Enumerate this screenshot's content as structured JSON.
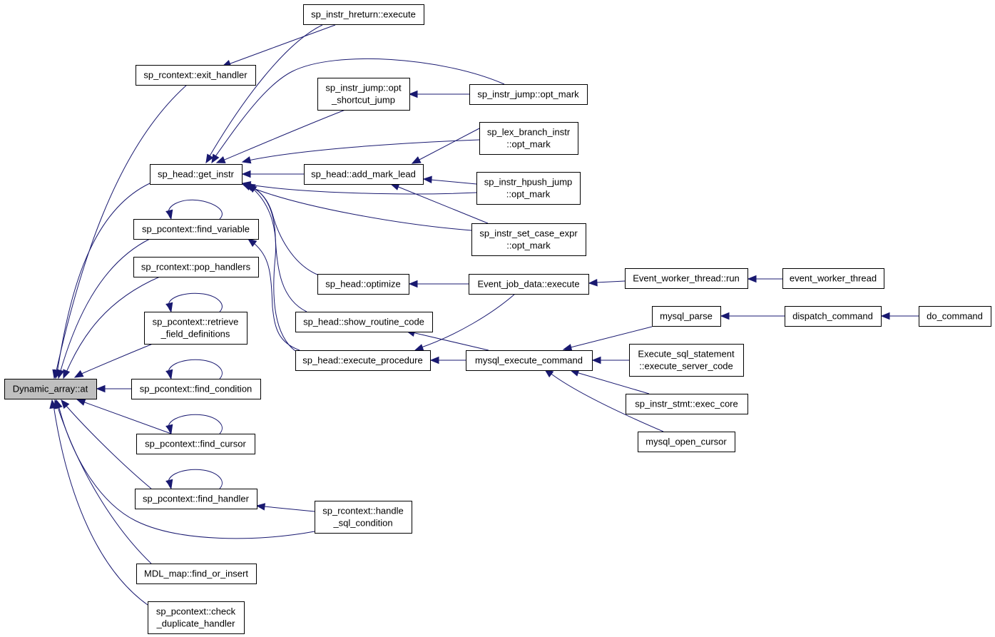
{
  "diagram": {
    "root": "Dynamic_array::at",
    "colors": {
      "edge": "#191970",
      "root_fill": "#bfbfbf",
      "node_fill": "#ffffff",
      "node_border": "#000000"
    },
    "nodes": {
      "dynamic_array_at": [
        "Dynamic_array::at"
      ],
      "sp_instr_hreturn_execute": [
        "sp_instr_hreturn::execute"
      ],
      "sp_rcontext_exit_handler": [
        "sp_rcontext::exit_handler"
      ],
      "sp_instr_jump_opt_shortcut_jump": [
        "sp_instr_jump::opt",
        "_shortcut_jump"
      ],
      "sp_instr_jump_opt_mark": [
        "sp_instr_jump::opt_mark"
      ],
      "sp_lex_branch_instr_opt_mark": [
        "sp_lex_branch_instr",
        "::opt_mark"
      ],
      "sp_head_get_instr": [
        "sp_head::get_instr"
      ],
      "sp_head_add_mark_lead": [
        "sp_head::add_mark_lead"
      ],
      "sp_instr_hpush_jump_opt_mark": [
        "sp_instr_hpush_jump",
        "::opt_mark"
      ],
      "sp_pcontext_find_variable": [
        "sp_pcontext::find_variable"
      ],
      "sp_instr_set_case_expr_opt_mark": [
        "sp_instr_set_case_expr",
        "::opt_mark"
      ],
      "sp_rcontext_pop_handlers": [
        "sp_rcontext::pop_handlers"
      ],
      "sp_head_optimize": [
        "sp_head::optimize"
      ],
      "event_job_data_execute": [
        "Event_job_data::execute"
      ],
      "event_worker_thread_run": [
        "Event_worker_thread::run"
      ],
      "event_worker_thread": [
        "event_worker_thread"
      ],
      "sp_pcontext_retrieve_field_definitions": [
        "sp_pcontext::retrieve",
        "_field_definitions"
      ],
      "mysql_parse": [
        "mysql_parse"
      ],
      "dispatch_command": [
        "dispatch_command"
      ],
      "do_command": [
        "do_command"
      ],
      "sp_head_show_routine_code": [
        "sp_head::show_routine_code"
      ],
      "sp_head_execute_procedure": [
        "sp_head::execute_procedure"
      ],
      "mysql_execute_command": [
        "mysql_execute_command"
      ],
      "execute_sql_statement_execute_server_code": [
        "Execute_sql_statement",
        "::execute_server_code"
      ],
      "sp_pcontext_find_condition": [
        "sp_pcontext::find_condition"
      ],
      "sp_instr_stmt_exec_core": [
        "sp_instr_stmt::exec_core"
      ],
      "sp_pcontext_find_cursor": [
        "sp_pcontext::find_cursor"
      ],
      "mysql_open_cursor": [
        "mysql_open_cursor"
      ],
      "sp_pcontext_find_handler": [
        "sp_pcontext::find_handler"
      ],
      "sp_rcontext_handle_sql_condition": [
        "sp_rcontext::handle",
        "_sql_condition"
      ],
      "mdl_map_find_or_insert": [
        "MDL_map::find_or_insert"
      ],
      "sp_pcontext_check_duplicate_handler": [
        "sp_pcontext::check",
        "_duplicate_handler"
      ]
    }
  }
}
